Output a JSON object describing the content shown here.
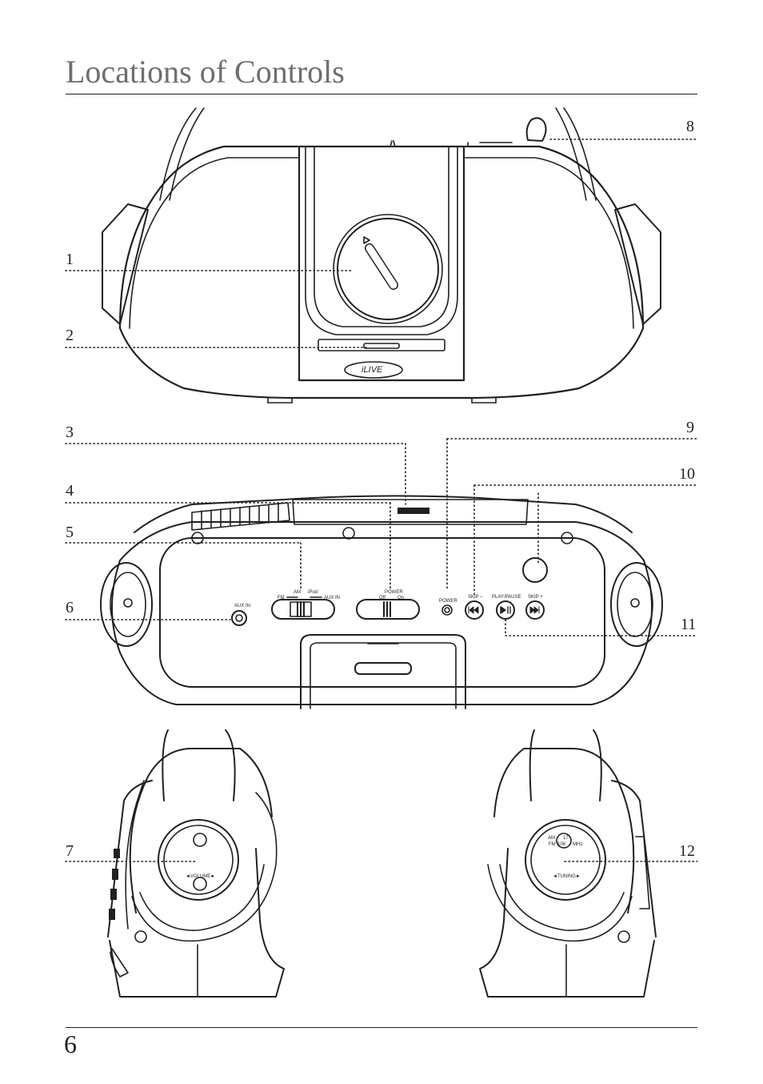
{
  "page": {
    "title": "Locations of Controls",
    "page_number": "6"
  },
  "callouts": [
    "1",
    "2",
    "3",
    "4",
    "5",
    "6",
    "7",
    "8",
    "9",
    "10",
    "11",
    "12"
  ],
  "panel_labels": {
    "aux_in": "AUX IN",
    "fm": "FM",
    "am": "AM",
    "ipod": "iPod",
    "aux_in_2": "AUX IN",
    "power_switch": "POWER",
    "off": "Off",
    "on": "On",
    "power_led": "POWER",
    "skip_minus": "SKIP –",
    "play_pause": "PLAY/PAUSE",
    "skip_plus": "SKIP +",
    "volume": "◄VOLUME►",
    "tuning": "◄TUNING►",
    "am_dial": "AM",
    "fm_dial": "FM",
    "dial_17": "17",
    "dial_108": "108",
    "mhz": "MHz",
    "brand": "iLIVE"
  },
  "colors": {
    "ink": "#231f20",
    "title_gray": "#6d6e71"
  }
}
